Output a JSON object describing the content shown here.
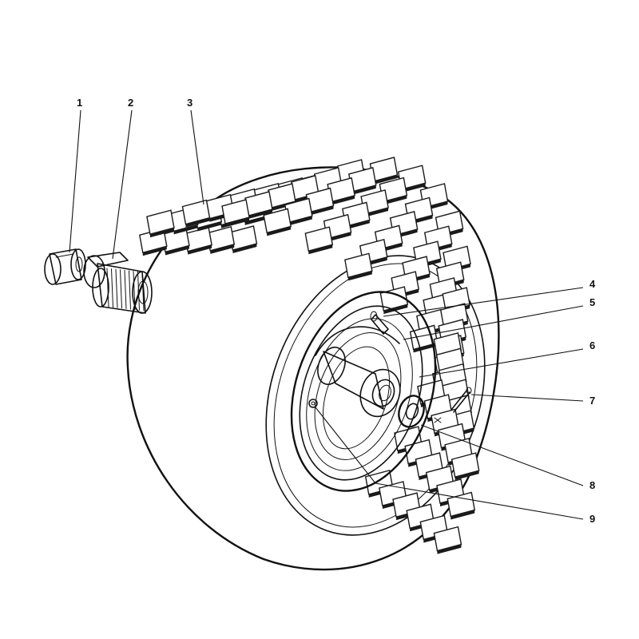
{
  "diagram": {
    "callouts": [
      {
        "id": "c1",
        "label": "1"
      },
      {
        "id": "c2",
        "label": "2"
      },
      {
        "id": "c3",
        "label": "3"
      },
      {
        "id": "c4",
        "label": "4"
      },
      {
        "id": "c5",
        "label": "5"
      },
      {
        "id": "c6",
        "label": "6"
      },
      {
        "id": "c7",
        "label": "7"
      },
      {
        "id": "c8",
        "label": "8"
      },
      {
        "id": "c9",
        "label": "9"
      }
    ],
    "colors": {
      "ink": "#111111",
      "background": "#ffffff",
      "tread_shade": "#1a1a1a"
    }
  }
}
